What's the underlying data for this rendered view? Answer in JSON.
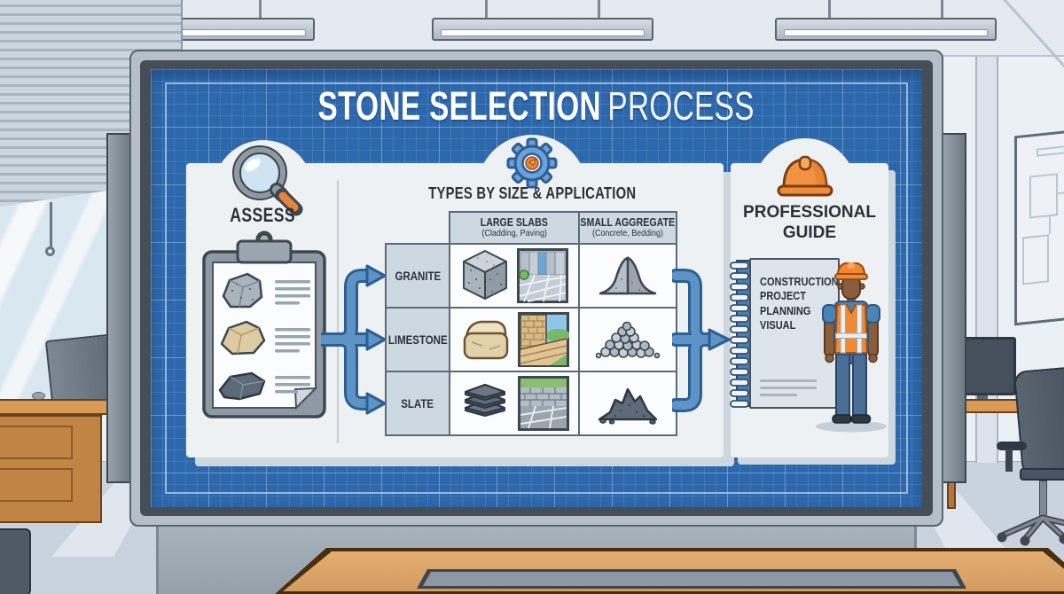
{
  "colors": {
    "blueprint_blue": "#2d68ad",
    "board_frame_dark": "#454e57",
    "board_frame_light": "#b5bfc8",
    "panel_bg": "#eef1f3",
    "table_header_bg": "#cdd9e2",
    "accent_orange": "#e8833a",
    "arrow_blue": "#5e93c6",
    "arrow_outline": "#2c5f93",
    "ink": "#2b3138"
  },
  "title": {
    "emphasis": "STONE SELECTION",
    "rest": "PROCESS"
  },
  "assess_section": {
    "icon": "magnifier",
    "label": "ASSESS"
  },
  "types_section": {
    "icon": "gear",
    "heading": "TYPES BY SIZE & APPLICATION",
    "columns": [
      {
        "title": "LARGE SLABS",
        "subtitle": "(Cladding, Paving)"
      },
      {
        "title": "SMALL AGGREGATE",
        "subtitle": "(Concrete, Bedding)"
      }
    ],
    "rows": [
      {
        "label": "GRANITE"
      },
      {
        "label": "LIMESTONE"
      },
      {
        "label": "SLATE"
      }
    ]
  },
  "guide_section": {
    "icon": "hard-hat",
    "label": "PROFESSIONAL\nGUIDE",
    "notebook_title": "CONSTRUCTION\nPROJECT\nPLANNING\nVISUAL"
  }
}
